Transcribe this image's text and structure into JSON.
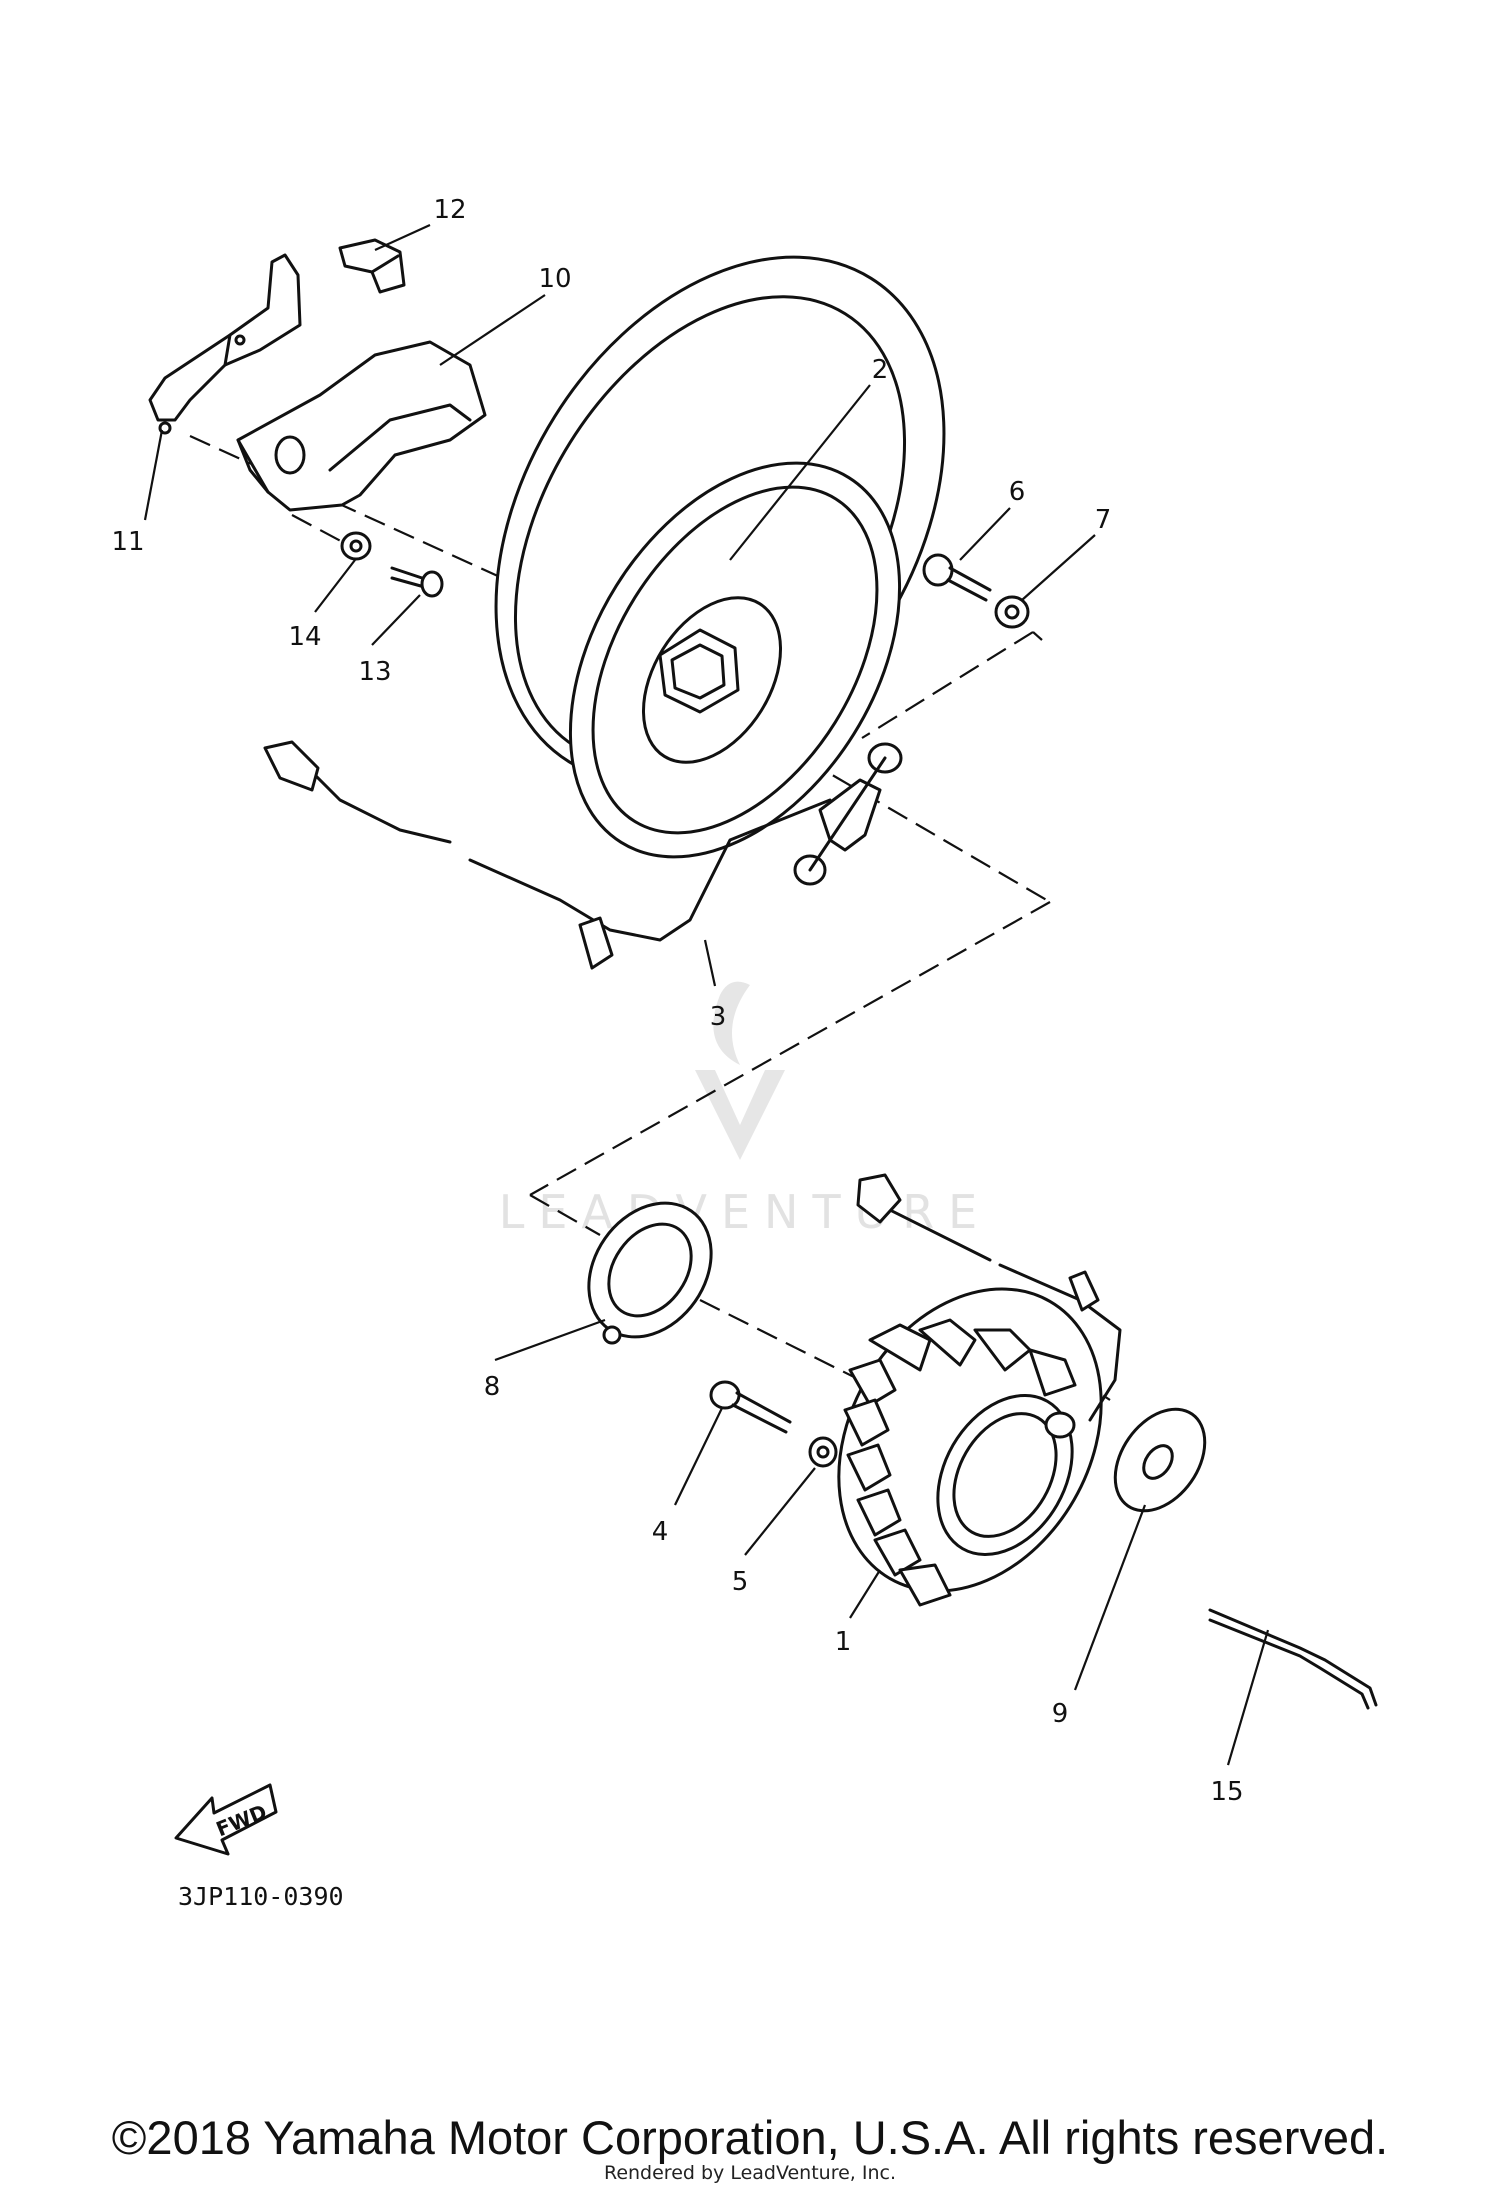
{
  "callouts": [
    "1",
    "2",
    "3",
    "4",
    "5",
    "6",
    "7",
    "8",
    "9",
    "10",
    "11",
    "12",
    "13",
    "14",
    "15"
  ],
  "fwd_label": "FWD",
  "diagram_code": "3JP110-0390",
  "watermark": "LEADVENTURE",
  "copyright": "©2018 Yamaha Motor Corporation, U.S.A. All rights reserved.",
  "rendered_by": "Rendered by LeadVenture, Inc."
}
